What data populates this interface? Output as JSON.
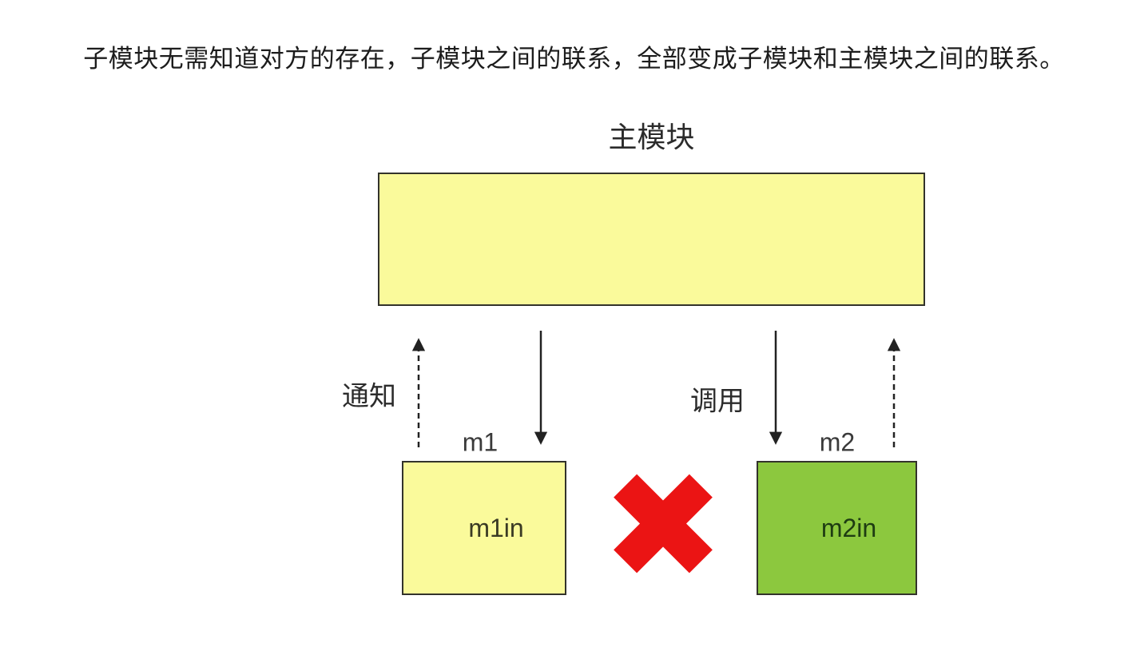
{
  "heading": {
    "text": "子模块无需知道对方的存在，子模块之间的联系，全部变成子模块和主模块之间的联系。"
  },
  "diagram": {
    "main_module": {
      "label": "主模块",
      "fill": "#fafa9b",
      "border": "#33332b"
    },
    "left_group": {
      "notify_label": "通知",
      "module_label": "m1",
      "box_label": "m1in",
      "box_fill": "#fafa9b",
      "up_arrow_style": "dashed",
      "down_arrow_style": "solid"
    },
    "right_group": {
      "call_label": "调用",
      "module_label": "m2",
      "box_label": "m2in",
      "box_fill": "#8cc83e",
      "up_arrow_style": "dashed",
      "down_arrow_style": "solid"
    },
    "forbidden_cross": {
      "color": "#eb1414",
      "meaning": "no direct link between sub-modules"
    },
    "arrow_color": "#222222"
  }
}
